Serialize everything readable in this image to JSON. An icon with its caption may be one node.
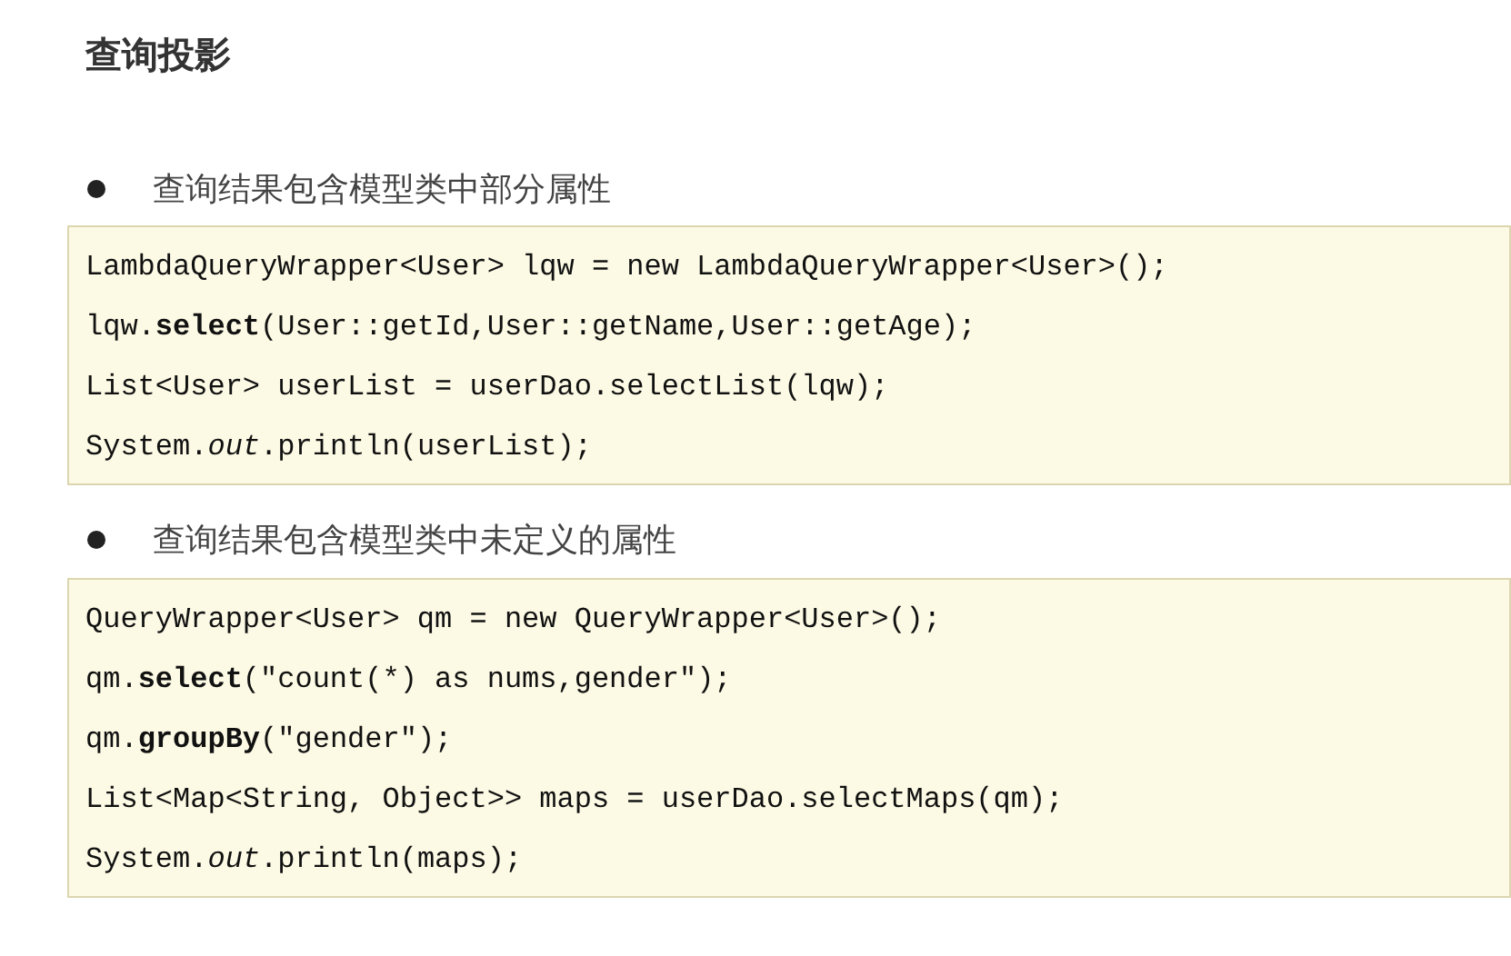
{
  "diagram": {
    "title": "查询投影",
    "labels": [
      "查询结果包含模型类中部分属性",
      "查询结果包含模型类中未定义的属性"
    ],
    "nodes": [
      {
        "text": [
          "LambdaQueryWrapper<User> lqw = new LambdaQueryWrapper<User>();",
          "lqw.**select**(User::getId,User::getName,User::getAge);",
          "List<User> userList = userDao.selectList(lqw);",
          "System.*out*.println(userList);"
        ]
      },
      {
        "text": [
          "QueryWrapper<User> qm = new QueryWrapper<User>();",
          "qm.**select**(\"count(*) as nums,gender\");",
          "qm.**groupBy**(\"gender\");",
          "List<Map<String, Object>> maps = userDao.selectMaps(qm);",
          "System.*out*.println(maps);"
        ]
      }
    ],
    "edges": []
  }
}
